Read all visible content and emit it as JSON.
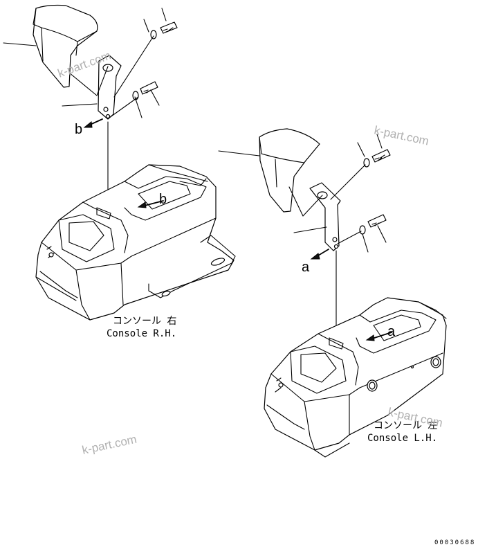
{
  "watermark": "k-part.com",
  "consoles": [
    {
      "label_jp": "コンソール 右",
      "label_en": "Console R.H.",
      "view_letter": "b"
    },
    {
      "label_jp": "コンソール 左",
      "label_en": "Console L.H.",
      "view_letter": "a"
    }
  ],
  "document_number": "00030688"
}
